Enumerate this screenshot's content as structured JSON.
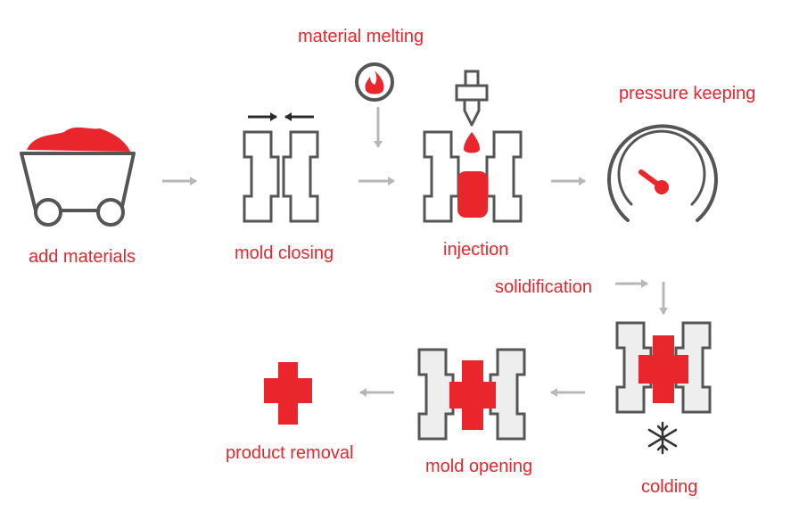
{
  "labels": {
    "material_melting": "material melting",
    "pressure_keeping": "pressure keeping",
    "add_materials": "add materials",
    "mold_closing": "mold closing",
    "injection": "injection",
    "solidification": "solidification",
    "product_removal": "product removal",
    "mold_opening": "mold opening",
    "colding": "colding"
  },
  "colors": {
    "accent": "#e8262c",
    "outline": "#5a5a5a",
    "arrow": "#b7b7b7",
    "mold_fill": "#eeeeee"
  },
  "icons": [
    "cart-icon",
    "flame-icon",
    "nozzle-icon",
    "drop-icon",
    "gauge-icon",
    "snowflake-icon",
    "mold-icon",
    "product-icon"
  ]
}
